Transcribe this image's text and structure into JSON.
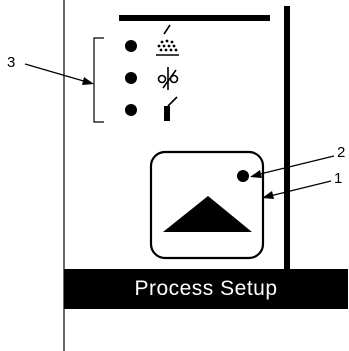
{
  "callouts": {
    "one": "1",
    "two": "2",
    "three": "3"
  },
  "panel": {
    "process_setup_label": "Process Setup"
  },
  "indicators": [
    {
      "name": "spray-pattern"
    },
    {
      "name": "on-off"
    },
    {
      "name": "gun-trigger"
    }
  ],
  "icons": {
    "spray": "spray-pattern-icon",
    "onoff": "on-off-symbol-icon",
    "gun": "spray-gun-icon",
    "up": "up-arrow-icon"
  }
}
